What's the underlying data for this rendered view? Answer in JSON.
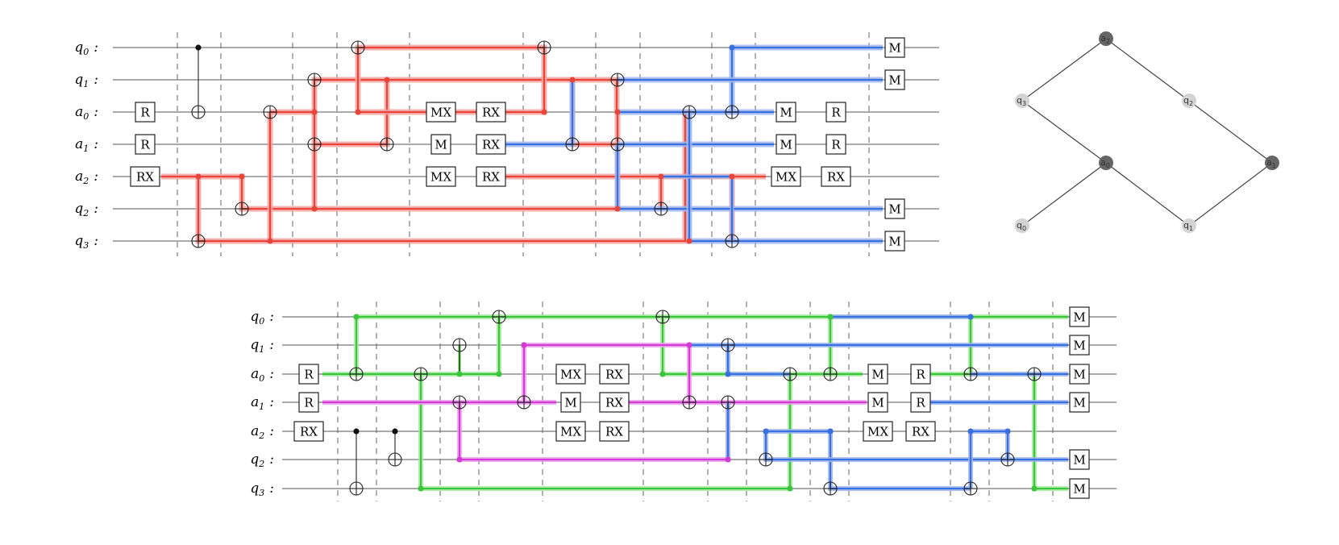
{
  "colors": {
    "red": "#e8443a",
    "red_glow": "#f5a3a0",
    "blue": "#3a6fe0",
    "blue_glow": "#9db5f0",
    "green": "#3cc43c",
    "green_glow": "#a6ec9e",
    "magenta": "#d43ad4",
    "magenta_glow": "#eda0ed",
    "wire": "#555555",
    "barrier": "#666666",
    "node_dark": "#666666",
    "node_light": "#d3d3d3"
  },
  "circuit1": {
    "qubits": [
      {
        "main": "q",
        "sub": "0"
      },
      {
        "main": "q",
        "sub": "1"
      },
      {
        "main": "a",
        "sub": "0"
      },
      {
        "main": "a",
        "sub": "1"
      },
      {
        "main": "a",
        "sub": "2"
      },
      {
        "main": "q",
        "sub": "2"
      },
      {
        "main": "q",
        "sub": "3"
      }
    ],
    "colon": ":",
    "gates": [
      {
        "label": "R"
      },
      {
        "label": "R"
      },
      {
        "label": "RX"
      },
      {
        "label": "MX"
      },
      {
        "label": "RX"
      },
      {
        "label": "M"
      },
      {
        "label": "RX"
      },
      {
        "label": "MX"
      },
      {
        "label": "RX"
      },
      {
        "label": "M"
      },
      {
        "label": "M"
      },
      {
        "label": "M"
      },
      {
        "label": "R"
      },
      {
        "label": "M"
      },
      {
        "label": "R"
      },
      {
        "label": "MX"
      },
      {
        "label": "RX"
      },
      {
        "label": "M"
      },
      {
        "label": "M"
      }
    ]
  },
  "circuit2": {
    "qubits": [
      {
        "main": "q",
        "sub": "0"
      },
      {
        "main": "q",
        "sub": "1"
      },
      {
        "main": "a",
        "sub": "0"
      },
      {
        "main": "a",
        "sub": "1"
      },
      {
        "main": "a",
        "sub": "2"
      },
      {
        "main": "q",
        "sub": "2"
      },
      {
        "main": "q",
        "sub": "3"
      }
    ],
    "colon": ":",
    "gates": [
      {
        "label": "R"
      },
      {
        "label": "R"
      },
      {
        "label": "RX"
      },
      {
        "label": "MX"
      },
      {
        "label": "RX"
      },
      {
        "label": "M"
      },
      {
        "label": "RX"
      },
      {
        "label": "MX"
      },
      {
        "label": "RX"
      },
      {
        "label": "M"
      },
      {
        "label": "R"
      },
      {
        "label": "M"
      },
      {
        "label": "R"
      },
      {
        "label": "MX"
      },
      {
        "label": "RX"
      },
      {
        "label": "M"
      },
      {
        "label": "M"
      },
      {
        "label": "M"
      },
      {
        "label": "M"
      },
      {
        "label": "M"
      },
      {
        "label": "M"
      }
    ]
  },
  "graph": {
    "nodes": [
      {
        "main": "a",
        "sub": "2",
        "kind": "ancilla"
      },
      {
        "main": "q",
        "sub": "3",
        "kind": "data"
      },
      {
        "main": "q",
        "sub": "2",
        "kind": "data"
      },
      {
        "main": "a",
        "sub": "0",
        "kind": "ancilla"
      },
      {
        "main": "a",
        "sub": "1",
        "kind": "ancilla"
      },
      {
        "main": "q",
        "sub": "0",
        "kind": "data"
      },
      {
        "main": "q",
        "sub": "1",
        "kind": "data"
      }
    ],
    "edges": [
      [
        0,
        1
      ],
      [
        0,
        2
      ],
      [
        1,
        3
      ],
      [
        2,
        4
      ],
      [
        3,
        5
      ],
      [
        3,
        6
      ],
      [
        4,
        6
      ]
    ]
  }
}
